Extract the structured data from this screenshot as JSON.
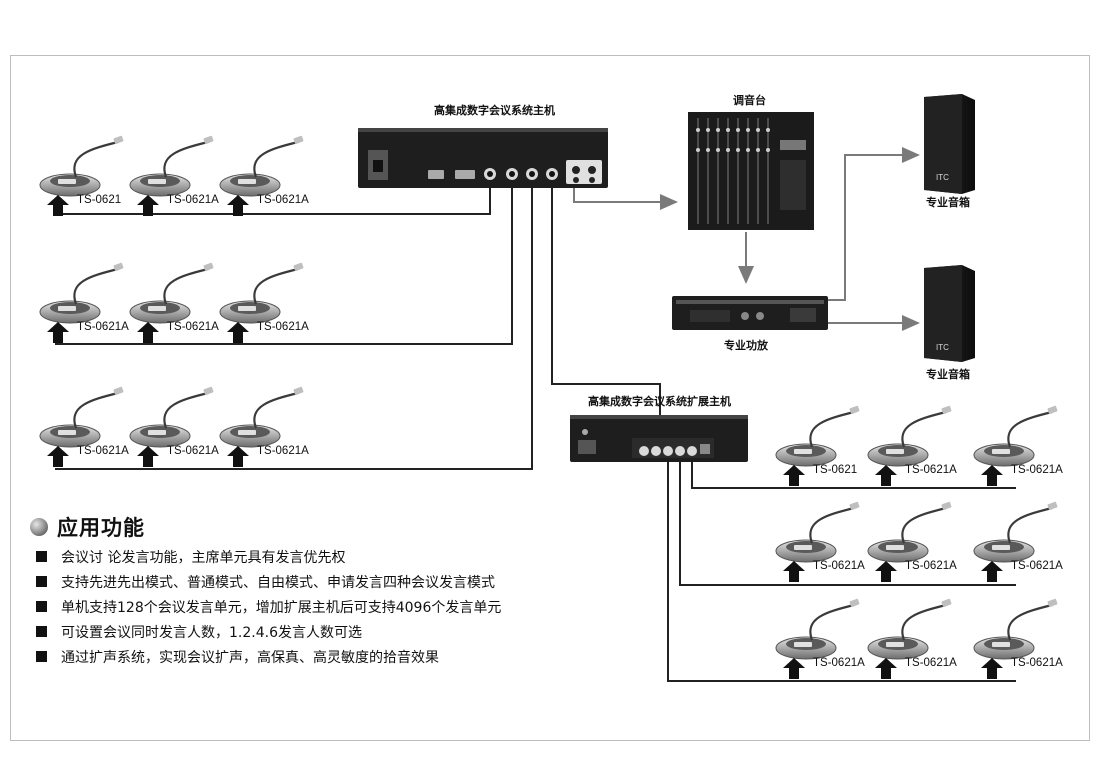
{
  "labels": {
    "main_host": "高集成数字会议系统主机",
    "ext_host": "高集成数字会议系统扩展主机",
    "mixer": "调音台",
    "amplifier": "专业功放",
    "speaker": "专业音箱",
    "speaker_logo": "IТС"
  },
  "units": {
    "group_left_1": [
      "TS-0621",
      "TS-0621A",
      "TS-0621A"
    ],
    "group_left_2": [
      "TS-0621A",
      "TS-0621A",
      "TS-0621A"
    ],
    "group_left_3": [
      "TS-0621A",
      "TS-0621A",
      "TS-0621A"
    ],
    "group_right_1": [
      "TS-0621",
      "TS-0621A",
      "TS-0621A"
    ],
    "group_right_2": [
      "TS-0621A",
      "TS-0621A",
      "TS-0621A"
    ],
    "group_right_3": [
      "TS-0621A",
      "TS-0621A",
      "TS-0621A"
    ]
  },
  "features": {
    "title": "应用功能",
    "items": [
      "会议讨 论发言功能，主席单元具有发言优先权",
      "支持先进先出模式、普通模式、自由模式、申请发言四种会议发言模式",
      "单机支持128个会议发言单元，增加扩展主机后可支持4096个发言单元",
      "可设置会议同时发言人数，1.2.4.6发言人数可选",
      "通过扩声系统，实现会议扩声，高保真、高灵敏度的拾音效果"
    ]
  },
  "colors": {
    "device_body": "#1e1e1e",
    "arrow": "#111111",
    "line": "#222222",
    "signal_arrow": "#7a7a7a",
    "mic_tip": "#bfbfbf"
  }
}
